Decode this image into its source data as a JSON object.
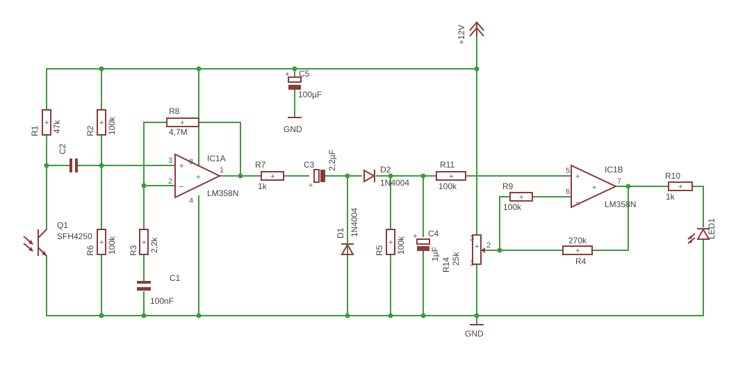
{
  "colors": {
    "wire": "#3c9a3c",
    "part": "#8b3a3a",
    "text": "#444444",
    "background": "#ffffff"
  },
  "power": {
    "vcc": "+12V",
    "gnd": "GND"
  },
  "components": {
    "R1": {
      "name": "R1",
      "value": "47k"
    },
    "R2": {
      "name": "R2",
      "value": "100k"
    },
    "R3": {
      "name": "R3",
      "value": "2,2k"
    },
    "R4": {
      "name": "R4",
      "value": "270k"
    },
    "R5": {
      "name": "R5",
      "value": "100k"
    },
    "R6": {
      "name": "R6",
      "value": "100k"
    },
    "R7": {
      "name": "R7",
      "value": "1k"
    },
    "R8": {
      "name": "R8",
      "value": "4,7M"
    },
    "R9": {
      "name": "R9",
      "value": "100k"
    },
    "R10": {
      "name": "R10",
      "value": "1k"
    },
    "R11": {
      "name": "R11",
      "value": "100k"
    },
    "R14": {
      "name": "R14",
      "value": "25k"
    },
    "C1": {
      "name": "C1",
      "value": "100nF"
    },
    "C2": {
      "name": "C2",
      "value": ""
    },
    "C3": {
      "name": "C3",
      "value": "2,2µF"
    },
    "C4": {
      "name": "C4",
      "value": "1µF"
    },
    "C5": {
      "name": "C5",
      "value": "100µF"
    },
    "D1": {
      "name": "D1",
      "value": "1N4004"
    },
    "D2": {
      "name": "D2",
      "value": "1N4004"
    },
    "Q1": {
      "name": "Q1",
      "value": "SFH4250"
    },
    "IC1A": {
      "name": "IC1A",
      "value": "LM358N"
    },
    "IC1B": {
      "name": "IC1B",
      "value": "LM358N"
    },
    "LED1": {
      "name": "LED1"
    }
  },
  "pins": {
    "ic1a": {
      "p1": "1",
      "p2": "2",
      "p3": "3",
      "p4": "4",
      "p8": "8"
    },
    "ic1b": {
      "p5": "5",
      "p6": "6",
      "p7": "7"
    },
    "r14": {
      "p1": "1",
      "p2": "2",
      "p3": "3"
    }
  },
  "symbols": {
    "plus": "+",
    "minus": "−"
  }
}
